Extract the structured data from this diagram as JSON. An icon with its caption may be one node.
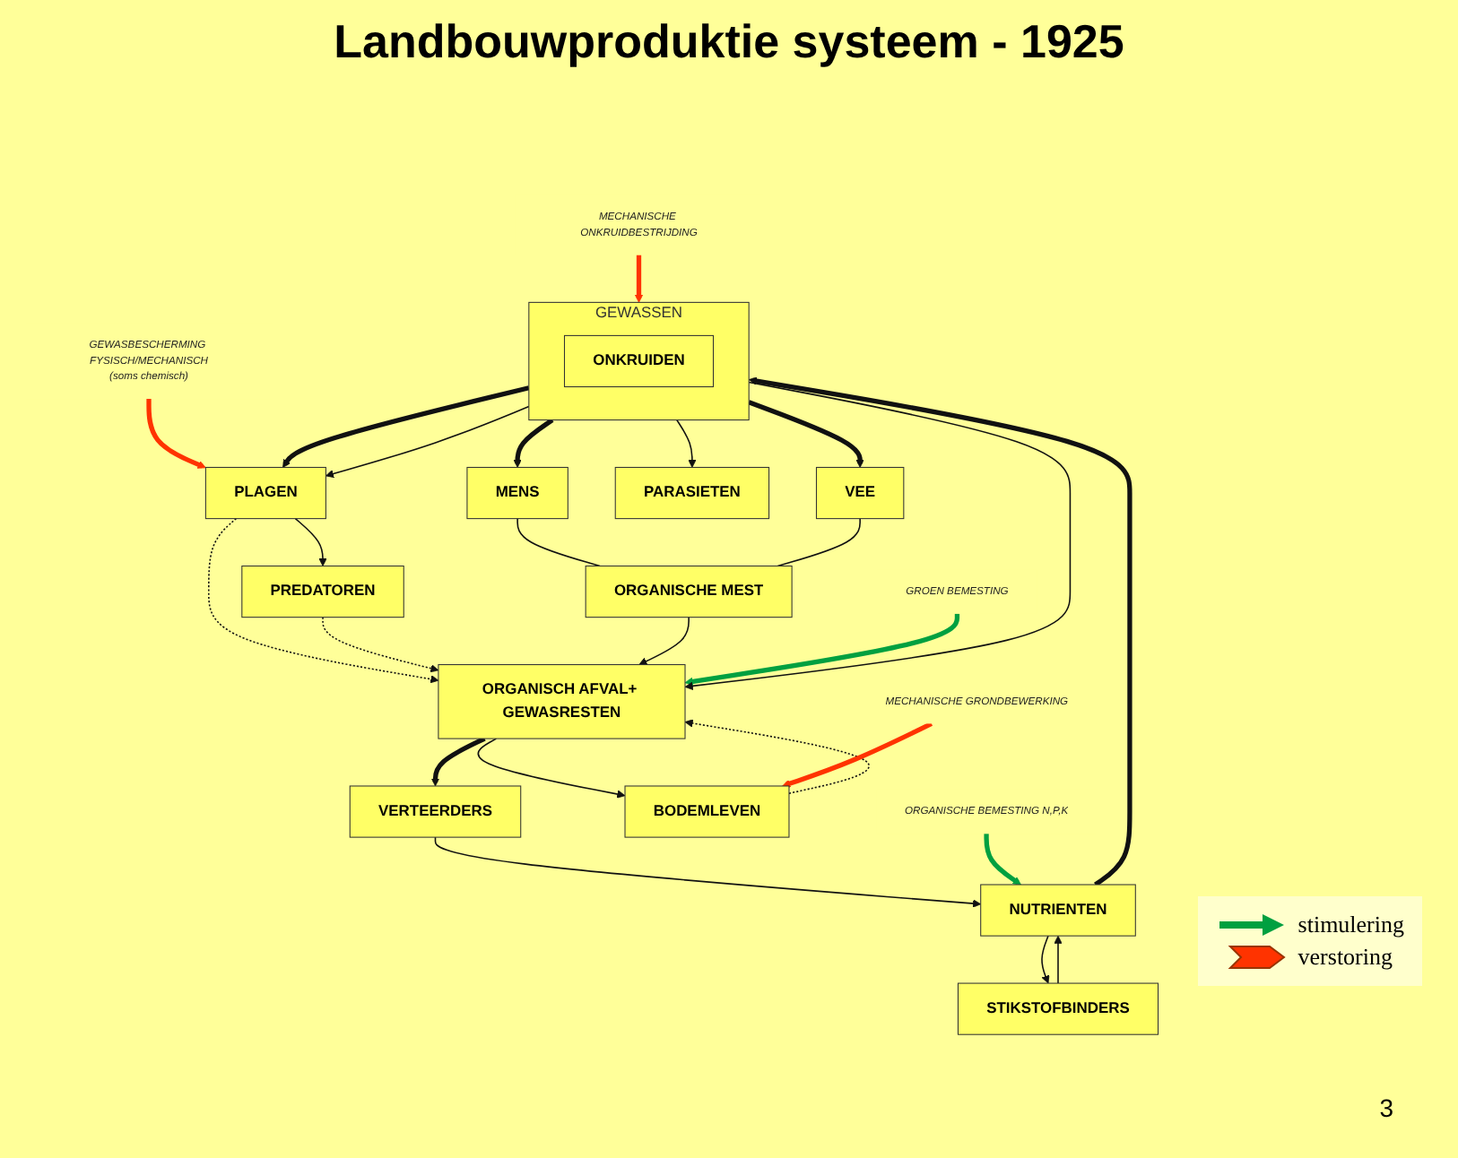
{
  "diagram": {
    "title": "Landbouwproduktie systeem - 1925",
    "nodes": [
      {
        "text": [
          "GEWASSEN"
        ]
      },
      {
        "text": [
          "ONKRUIDEN"
        ],
        "in": 0
      },
      {
        "text": [
          "MENS"
        ]
      },
      {
        "text": [
          "VEE"
        ]
      },
      {
        "text": [
          "PARASIETEN"
        ]
      },
      {
        "text": [
          "STIKSTOFBINDERS"
        ]
      },
      {
        "text": [
          "NUTRIENTEN"
        ]
      },
      {
        "text": [
          "PLAGEN"
        ]
      },
      {
        "text": [
          "PREDATOREN"
        ]
      },
      {
        "text": [
          "VERTEERDERS"
        ]
      },
      {
        "text": [
          "ORGANISCHE MEST"
        ]
      },
      {
        "text": [
          "ORGANISCH AFVAL+ GEWASRESTEN"
        ]
      },
      {
        "text": [
          "BODEMLEVEN"
        ]
      },
      {
        "text": [
          "MECHANISCHE ONKRUIDBESTRIJDING"
        ]
      },
      {
        "text": [
          "ORGANISCHE BEMESTING N,P,K"
        ]
      },
      {
        "text": [
          "GEWASBESCHERMING FYSISCH/MECHANISCH",
          "(soms chemisch)"
        ]
      },
      {
        "text": [
          "MECHANISCHE GRONDBEWERKING"
        ]
      },
      {
        "text": [
          "GROEN BEMESTING"
        ]
      }
    ],
    "edges": [
      {
        "from": 6,
        "to": 0,
        "arrow": "to",
        "style": "thick"
      },
      {
        "from": 0,
        "to": 2,
        "arrow": "to",
        "style": "thick"
      },
      {
        "from": 0,
        "to": 3,
        "arrow": "to",
        "style": "thick"
      },
      {
        "from": 0,
        "to": 4,
        "arrow": "to"
      },
      {
        "from": 0,
        "to": 7,
        "arrow": "to",
        "style": "thick"
      },
      {
        "from": 0,
        "to": 7,
        "arrow": "to"
      },
      {
        "from": 0,
        "to": 11,
        "arrow": "to"
      },
      {
        "from": 5,
        "to": 6,
        "arrow": "to"
      },
      {
        "from": 6,
        "to": 5,
        "arrow": "to"
      },
      {
        "from": 7,
        "to": 8,
        "arrow": "to"
      },
      {
        "from": 7,
        "to": 11,
        "arrow": "to",
        "style": "dashed"
      },
      {
        "from": 8,
        "to": 11,
        "arrow": "to",
        "style": "dashed"
      },
      {
        "from": 2,
        "to": 10,
        "arrow": "none"
      },
      {
        "from": 3,
        "to": 10,
        "arrow": "none"
      },
      {
        "from": 10,
        "to": 11,
        "arrow": "to"
      },
      {
        "from": 11,
        "to": 9,
        "arrow": "to",
        "style": "thick"
      },
      {
        "from": 9,
        "to": 6,
        "arrow": "to"
      },
      {
        "from": 11,
        "to": 12,
        "arrow": "to"
      },
      {
        "from": 12,
        "to": 11,
        "arrow": "to",
        "style": "dashed"
      },
      {
        "from": 13,
        "to": 0,
        "arrow": "to",
        "style": "thick",
        "color": "#ff3300"
      },
      {
        "from": 14,
        "to": 6,
        "arrow": "to",
        "style": "thick",
        "color": "#00a040"
      },
      {
        "from": 15,
        "to": 7,
        "arrow": "to",
        "style": "thick",
        "color": "#ff3300"
      },
      {
        "from": 16,
        "to": 12,
        "arrow": "to",
        "style": "thick",
        "color": "#ff3300"
      },
      {
        "from": 17,
        "to": 11,
        "arrow": "to",
        "style": "thick",
        "color": "#00a040"
      }
    ],
    "labels": [
      "3"
    ],
    "legend": [
      {
        "text": "stimulering"
      },
      {
        "text": "verstoring"
      }
    ]
  }
}
